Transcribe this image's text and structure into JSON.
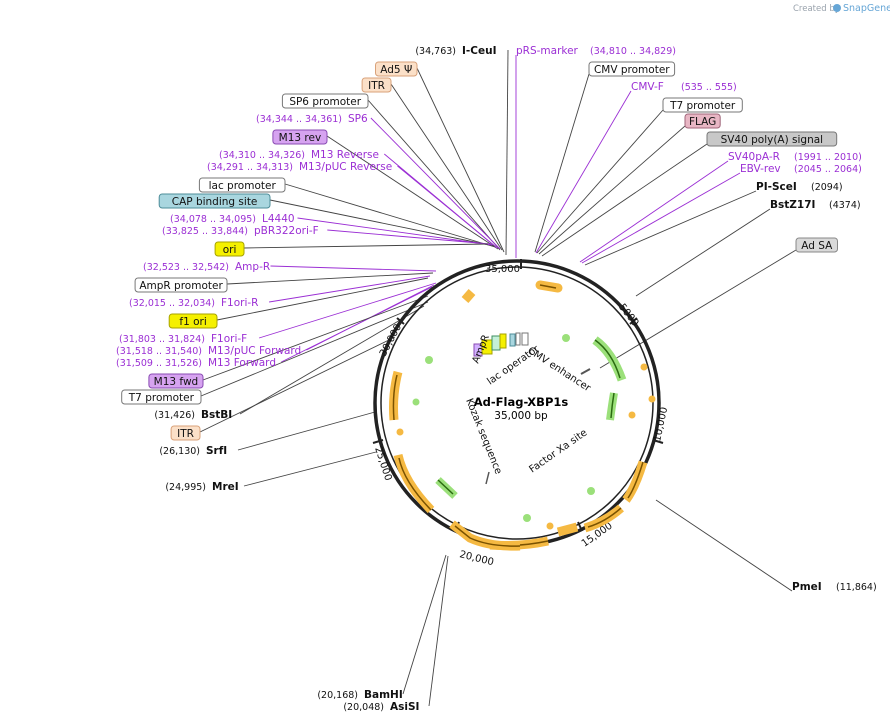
{
  "brand": {
    "created_by": "Created by",
    "name": "SnapGene"
  },
  "plasmid": {
    "name": "Ad-Flag-XBP1s",
    "size": "35,000 bp"
  },
  "ticks": [
    "35,000",
    "5000",
    "10,000",
    "15,000",
    "20,000",
    "25,000",
    "30,000"
  ],
  "inner_features": [
    "AmpR",
    "lac operator",
    "CMV enhancer",
    "Factor Xa site",
    "Kozak sequence"
  ],
  "left_labels": [
    {
      "coord": "(34,763)",
      "text": "I-CeuI",
      "kind": "site"
    },
    {
      "text": "Ad5 Ψ",
      "kind": "box",
      "fill": "#fbe0c8",
      "stroke": "#d9a27a"
    },
    {
      "text": "ITR",
      "kind": "box",
      "fill": "#fbe0c8",
      "stroke": "#d9a27a"
    },
    {
      "text": "SP6 promoter",
      "kind": "box",
      "fill": "#ffffff",
      "stroke": "#777777"
    },
    {
      "coord": "(34,344 .. 34,361)",
      "text": "SP6",
      "kind": "primer"
    },
    {
      "text": "M13 rev",
      "kind": "box",
      "fill": "#d6a3f0",
      "stroke": "#8a4bb3"
    },
    {
      "coord": "(34,310 .. 34,326)",
      "text": "M13 Reverse",
      "kind": "primer"
    },
    {
      "coord": "(34,291 .. 34,313)",
      "text": "M13/pUC Reverse",
      "kind": "primer"
    },
    {
      "text": "lac promoter",
      "kind": "box",
      "fill": "#ffffff",
      "stroke": "#777777"
    },
    {
      "text": "CAP binding site",
      "kind": "box",
      "fill": "#a9d6df",
      "stroke": "#4d8d99"
    },
    {
      "coord": "(34,078 .. 34,095)",
      "text": "L4440",
      "kind": "primer"
    },
    {
      "coord": "(33,825 .. 33,844)",
      "text": "pBR322ori-F",
      "kind": "primer"
    },
    {
      "text": "ori",
      "kind": "box",
      "fill": "#f5f000",
      "stroke": "#a7a200"
    },
    {
      "coord": "(32,523 .. 32,542)",
      "text": "Amp-R",
      "kind": "primer"
    },
    {
      "text": "AmpR promoter",
      "kind": "box",
      "fill": "#ffffff",
      "stroke": "#777777"
    },
    {
      "coord": "(32,015 .. 32,034)",
      "text": "F1ori-R",
      "kind": "primer"
    },
    {
      "text": "f1 ori",
      "kind": "box",
      "fill": "#f5f000",
      "stroke": "#a7a200"
    },
    {
      "coord": "(31,803 .. 31,824)",
      "text": "F1ori-F",
      "kind": "primer"
    },
    {
      "coord": "(31,518 .. 31,540)",
      "text": "M13/pUC Forward",
      "kind": "primer"
    },
    {
      "coord": "(31,509 .. 31,526)",
      "text": "M13 Forward",
      "kind": "primer"
    },
    {
      "text": "M13 fwd",
      "kind": "box",
      "fill": "#d6a3f0",
      "stroke": "#8a4bb3"
    },
    {
      "text": "T7 promoter",
      "kind": "box",
      "fill": "#ffffff",
      "stroke": "#777777"
    },
    {
      "coord": "(31,426)",
      "text": "BstBI",
      "kind": "site"
    },
    {
      "text": "ITR",
      "kind": "box",
      "fill": "#fbe0c8",
      "stroke": "#d9a27a"
    },
    {
      "coord": "(26,130)",
      "text": "SrfI",
      "kind": "site"
    },
    {
      "coord": "(24,995)",
      "text": "MreI",
      "kind": "site"
    },
    {
      "coord": "(20,168)",
      "text": "BamHI",
      "kind": "site"
    },
    {
      "coord": "(20,048)",
      "text": "AsiSI",
      "kind": "site"
    }
  ],
  "right_labels": [
    {
      "text": "pRS-marker",
      "coord": "(34,810 .. 34,829)",
      "kind": "primer"
    },
    {
      "text": "CMV promoter",
      "kind": "box",
      "fill": "#ffffff",
      "stroke": "#777777"
    },
    {
      "text": "CMV-F",
      "coord": "(535 .. 555)",
      "kind": "primer"
    },
    {
      "text": "T7 promoter",
      "kind": "box",
      "fill": "#ffffff",
      "stroke": "#777777"
    },
    {
      "text": "FLAG",
      "kind": "box",
      "fill": "#e8b6c4",
      "stroke": "#a0667a"
    },
    {
      "text": "SV40 poly(A) signal",
      "kind": "box",
      "fill": "#c8c8c8",
      "stroke": "#777777"
    },
    {
      "text": "SV40pA-R",
      "coord": "(1991 .. 2010)",
      "kind": "primer"
    },
    {
      "text": "EBV-rev",
      "coord": "(2045 .. 2064)",
      "kind": "primer"
    },
    {
      "text": "PI-SceI",
      "coord": "(2094)",
      "kind": "site"
    },
    {
      "text": "BstZ17I",
      "coord": "(4374)",
      "kind": "site"
    },
    {
      "text": "Ad SA",
      "kind": "box",
      "fill": "#d9d9d9",
      "stroke": "#888888"
    },
    {
      "text": "PmeI",
      "coord": "(11,864)",
      "kind": "site"
    }
  ]
}
